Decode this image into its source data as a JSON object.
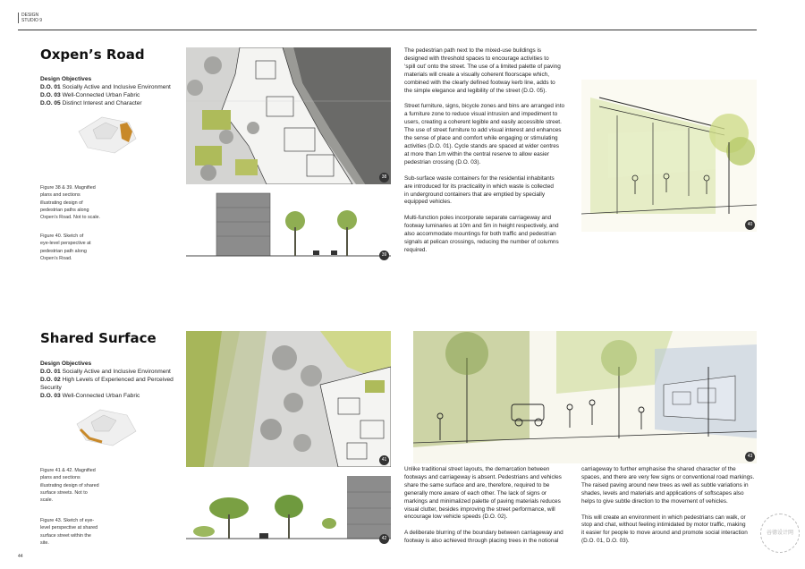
{
  "header": {
    "line1": "DESIGN",
    "line2": "STUDIO 9"
  },
  "page_number": "44",
  "section1": {
    "title": "Oxpen’s Road",
    "objectives_heading": "Design Objectives",
    "objectives": [
      {
        "code": "D.O. 01",
        "text": " Socially Active and Inclusive Environment"
      },
      {
        "code": "D.O. 03",
        "text": " Well-Connected Urban Fabric"
      },
      {
        "code": "D.O. 05",
        "text": " Distinct Interest and Character"
      }
    ],
    "caption1": [
      "Figure 38 & 39. Magnified",
      "plans and sections",
      "illustrating design of",
      "pedestrian paths along",
      "Oxpen’s Road. Not to scale."
    ],
    "caption2": [
      "Figure 40. Sketch of",
      "eye-level perspective at",
      "pedestrian path along",
      "Oxpen’s Road."
    ],
    "paragraphs": [
      [
        "The pedestrian path next to the mixed-use buildings is",
        "designed with threshold spaces to encourage activities to",
        "‘spill out’ onto the street. The use of a limited palette of paving",
        "materials will create a visually coherent floorscape which,",
        "combined with the clearly defined footway kerb line, adds to",
        "the simple elegance and legibility of the street (D.O. 05)."
      ],
      [
        "Street furniture, signs, bicycle zones and bins are arranged into",
        "a furniture zone to reduce visual intrusion and impediment to",
        "users, creating a coherent legible and easily accessible street.",
        "The use of street furniture to add visual interest and enhances",
        "the sense of place and comfort while engaging or stimulating",
        "activities (D.O. 01). Cycle stands are spaced at wider centres",
        "at more than 1m within the central reserve to allow easier",
        "pedestrian crossing (D.O. 03)."
      ],
      [
        "Sub-surface waste containers for the residential inhabitants",
        "are introduced for its practicality in which waste is collected",
        "in underground containers that are emptied by specially",
        "equipped vehicles."
      ],
      [
        "Multi-function poles incorporate separate carriageway and",
        "footway luminaries at 10m and 5m in height respectively, and",
        "also accommodate mountings for both traffic and pedestrian",
        "signals at pelican crossings, reducing the number of columns",
        "required."
      ]
    ],
    "fig38": "38",
    "fig39": "39",
    "fig40": "40"
  },
  "section2": {
    "title": "Shared Surface",
    "objectives_heading": "Design Objectives",
    "objectives": [
      {
        "code": "D.O. 01",
        "text": " Socially Active and Inclusive Environment"
      },
      {
        "code": "D.O. 02",
        "text": " High Levels of Experienced and Perceived"
      },
      {
        "code": "",
        "text": "Security"
      },
      {
        "code": "D.O. 03",
        "text": " Well-Connected Urban Fabric"
      }
    ],
    "caption1": [
      "Figure 41 & 42. Magnified",
      "plans and sections",
      "illustrating design of shared",
      "surface streets. Not to",
      "scale."
    ],
    "caption2": [
      "Figure 43. Sketch of eye-",
      "level perspective at shared",
      "surface street within the",
      "site."
    ],
    "col1": [
      [
        "Unlike traditional street layouts, the demarcation between",
        "footways and carriageway is absent. Pedestrians and vehicles",
        "share the same surface and are, therefore, required to be",
        "generally more aware of each other. The lack of signs or",
        "markings and minimalized palette of paving materials reduces",
        "visual clutter, besides improving the street performance, will",
        "encourage low vehicle speeds (D.O. 02)."
      ],
      [
        "A deliberate blurring of the boundary between carriageway and",
        "footway is also achieved through placing trees in the notional"
      ]
    ],
    "col2": [
      [
        "carriageway to further emphasise the shared character of the",
        "spaces, and there are very few signs or conventional road markings.",
        "The raised paving around new trees as well as subtle variations in",
        "shades, levels and materials and applications of softscapes also",
        "helps to give subtle direction to the movement of vehicles."
      ],
      [
        "This will create an environment in which pedestrians can walk, or",
        "stop and chat, without feeling intimidated by motor traffic, making",
        "it easier for people to move around and promote social interaction",
        "(D.O. 01, D.O. 03)."
      ]
    ],
    "fig41": "41",
    "fig42": "42",
    "fig43": "43"
  },
  "watermark": "谷德设计网"
}
